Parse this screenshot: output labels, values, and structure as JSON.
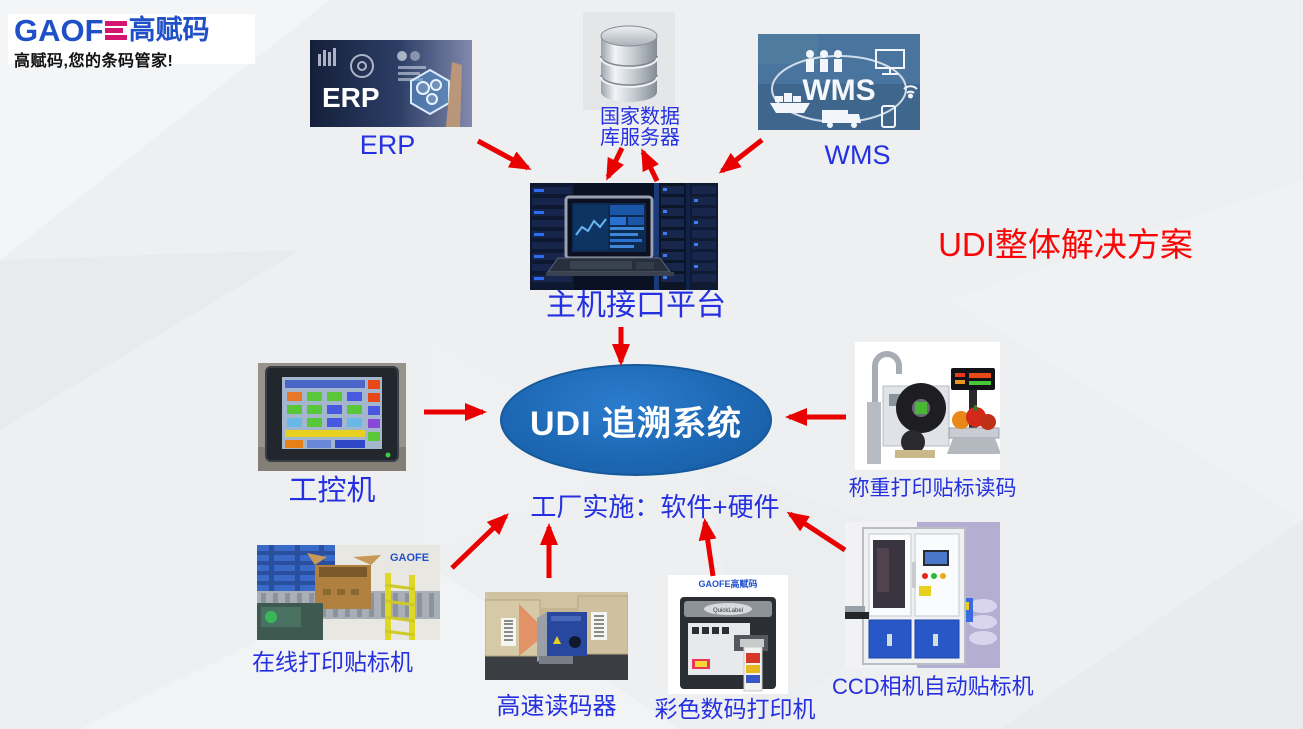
{
  "logo": {
    "brand": "GAOF",
    "brand_cn": "高赋码",
    "tagline": "高赋码,您的条码管家!"
  },
  "title": "UDI整体解决方案",
  "center": {
    "label": "UDI 追溯系统",
    "subtitle": "工厂实施：软件+硬件"
  },
  "nodes": {
    "erp": {
      "label": "ERP",
      "image_text": "ERP"
    },
    "database": {
      "label_line1": "国家数据",
      "label_line2": "库服务器"
    },
    "wms": {
      "label": "WMS",
      "image_text": "WMS"
    },
    "host": {
      "label": "主机接口平台"
    },
    "ipc": {
      "label": "工控机"
    },
    "weigh": {
      "label": "称重打印贴标读码"
    },
    "online_printer": {
      "label": "在线打印贴标机",
      "image_text": "GAOFE"
    },
    "scanner": {
      "label": "高速读码器"
    },
    "color_printer": {
      "label": "彩色数码打印机",
      "logo_text": "GAOFE高赋码",
      "brand_text": "QuickLabel"
    },
    "ccd": {
      "label": "CCD相机自动贴标机"
    }
  },
  "colors": {
    "label_blue": "#2531e0",
    "arrow_red": "#e90000",
    "title_red": "#fb0505",
    "ellipse_blue": "#1c66b2"
  }
}
